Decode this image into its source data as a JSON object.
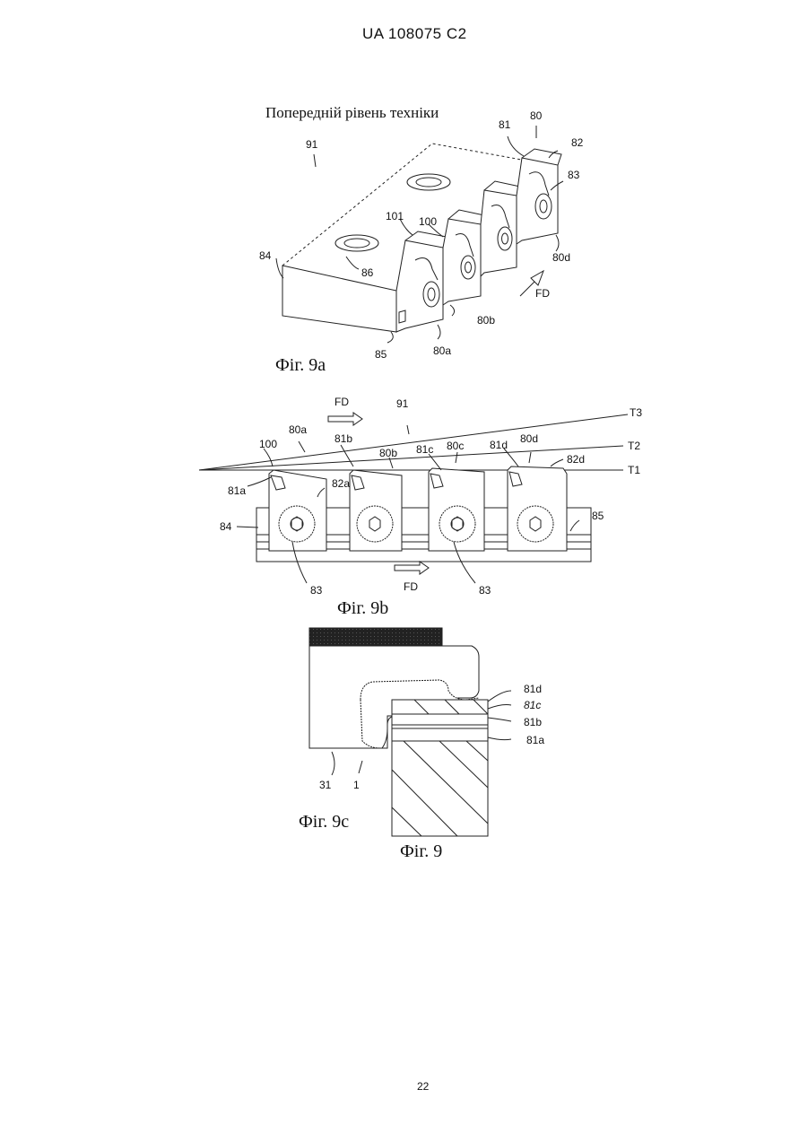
{
  "header": {
    "doc_number": "UA   108075   C2"
  },
  "fig9a": {
    "title": "Попередній рівень техніки",
    "caption": "Фіг. 9a",
    "labels": {
      "l91": "91",
      "l80": "80",
      "l81": "81",
      "l82": "82",
      "l83": "83",
      "l101": "101",
      "l100": "100",
      "l84": "84",
      "l86": "86",
      "l80d": "80d",
      "lFD": "FD",
      "l80b": "80b",
      "l85": "85",
      "l80a": "80a"
    }
  },
  "fig9b": {
    "caption": "Фіг. 9b",
    "labels": {
      "lFDtop": "FD",
      "l91": "91",
      "lT3": "T3",
      "l80a": "80a",
      "l100": "100",
      "l81b": "81b",
      "l80b": "80b",
      "l81c": "81c",
      "l80c": "80c",
      "l81d": "81d",
      "l80d": "80d",
      "lT2": "T2",
      "l82d": "82d",
      "lT1": "T1",
      "l81a": "81a",
      "l82a": "82a",
      "l84": "84",
      "l85": "85",
      "lFDbot": "FD",
      "l83a": "83",
      "l83b": "83"
    }
  },
  "fig9c": {
    "caption": "Фіг. 9c",
    "labels": {
      "l81d": "81d",
      "l81c": "81c",
      "l81b": "81b",
      "l81a": "81a",
      "l31": "31",
      "l1": "1"
    }
  },
  "figure_caption": "Фіг. 9",
  "page_number": "22"
}
